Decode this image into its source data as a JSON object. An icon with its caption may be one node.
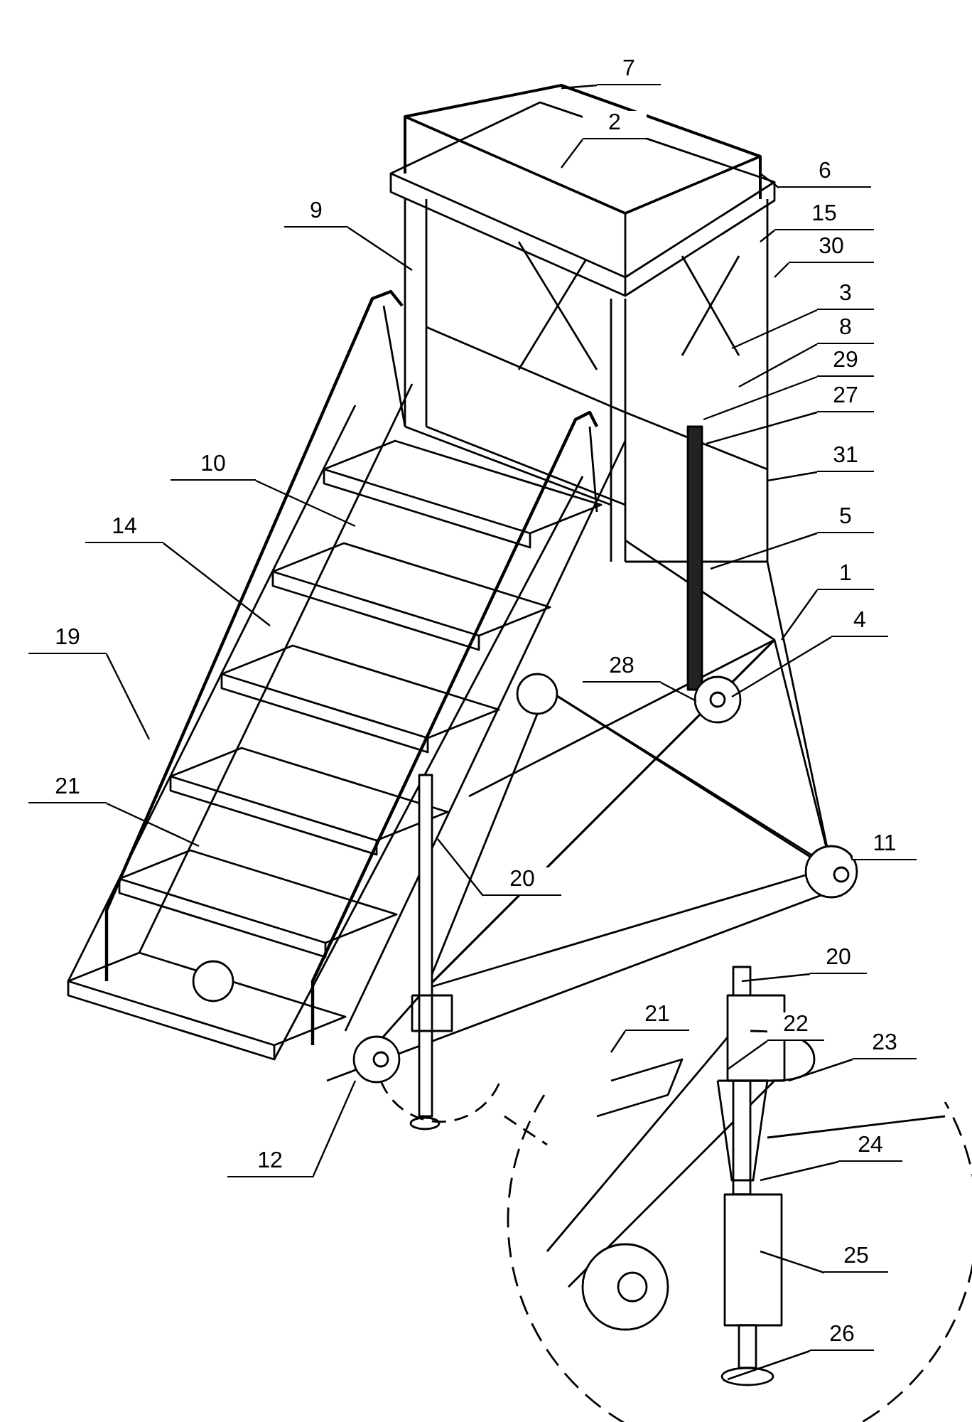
{
  "diagram": {
    "nodes": [
      {
        "text": [
          "7"
        ]
      },
      {
        "text": [
          "2"
        ]
      },
      {
        "text": [
          "6"
        ]
      },
      {
        "text": [
          "9"
        ]
      },
      {
        "text": [
          "15"
        ]
      },
      {
        "text": [
          "30"
        ]
      },
      {
        "text": [
          "3"
        ]
      },
      {
        "text": [
          "8"
        ]
      },
      {
        "text": [
          "29"
        ]
      },
      {
        "text": [
          "27"
        ]
      },
      {
        "text": [
          "31"
        ]
      },
      {
        "text": [
          "10"
        ]
      },
      {
        "text": [
          "5"
        ]
      },
      {
        "text": [
          "14"
        ]
      },
      {
        "text": [
          "1"
        ]
      },
      {
        "text": [
          "4"
        ]
      },
      {
        "text": [
          "19"
        ]
      },
      {
        "text": [
          "28"
        ]
      },
      {
        "text": [
          "21"
        ]
      },
      {
        "text": [
          "11"
        ]
      },
      {
        "text": [
          "20"
        ]
      },
      {
        "text": [
          "20"
        ]
      },
      {
        "text": [
          "21"
        ]
      },
      {
        "text": [
          "22"
        ]
      },
      {
        "text": [
          "23"
        ]
      },
      {
        "text": [
          "24"
        ]
      },
      {
        "text": [
          "12"
        ]
      },
      {
        "text": [
          "25"
        ]
      },
      {
        "text": [
          "26"
        ]
      }
    ],
    "edges": [
      {
        "from": 0,
        "to": null,
        "arrow": "none"
      },
      {
        "from": 1,
        "to": null,
        "arrow": "none"
      },
      {
        "from": 2,
        "to": null,
        "arrow": "none"
      },
      {
        "from": 3,
        "to": null,
        "arrow": "none"
      },
      {
        "from": 4,
        "to": null,
        "arrow": "none"
      },
      {
        "from": 5,
        "to": null,
        "arrow": "none"
      },
      {
        "from": 6,
        "to": null,
        "arrow": "none"
      },
      {
        "from": 7,
        "to": null,
        "arrow": "none"
      },
      {
        "from": 8,
        "to": null,
        "arrow": "none"
      },
      {
        "from": 9,
        "to": null,
        "arrow": "none"
      },
      {
        "from": 10,
        "to": null,
        "arrow": "none"
      },
      {
        "from": 11,
        "to": null,
        "arrow": "none"
      },
      {
        "from": 12,
        "to": null,
        "arrow": "none"
      },
      {
        "from": 13,
        "to": null,
        "arrow": "none"
      },
      {
        "from": 14,
        "to": null,
        "arrow": "none"
      },
      {
        "from": 15,
        "to": null,
        "arrow": "none"
      },
      {
        "from": 16,
        "to": null,
        "arrow": "none"
      },
      {
        "from": 17,
        "to": null,
        "arrow": "none"
      },
      {
        "from": 18,
        "to": null,
        "arrow": "none"
      },
      {
        "from": 19,
        "to": null,
        "arrow": "none"
      },
      {
        "from": 20,
        "to": null,
        "arrow": "none"
      },
      {
        "from": 21,
        "to": null,
        "arrow": "none"
      },
      {
        "from": 22,
        "to": null,
        "arrow": "none"
      },
      {
        "from": 23,
        "to": null,
        "arrow": "none"
      },
      {
        "from": 24,
        "to": null,
        "arrow": "none"
      },
      {
        "from": 25,
        "to": null,
        "arrow": "none"
      },
      {
        "from": 26,
        "to": null,
        "arrow": "none"
      },
      {
        "from": 27,
        "to": null,
        "arrow": "none"
      },
      {
        "from": 28,
        "to": null,
        "arrow": "none"
      }
    ]
  }
}
